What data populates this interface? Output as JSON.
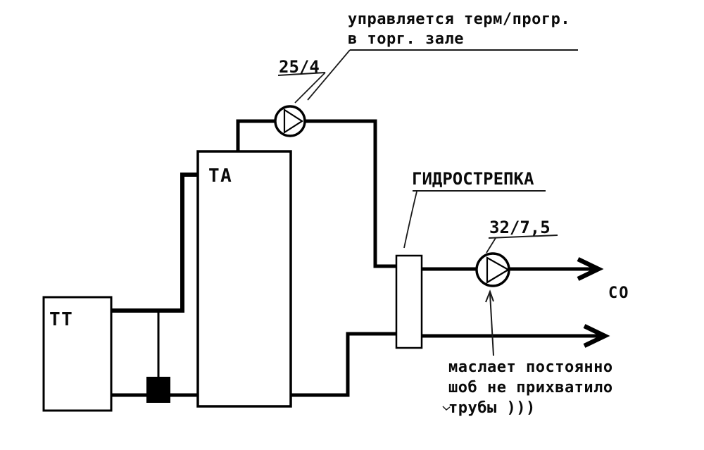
{
  "diagram": {
    "background": "#ffffff",
    "ink_color": "#000000",
    "boiler": {
      "label": "ТТ"
    },
    "accumulator": {
      "label": "ТА"
    },
    "separator": {
      "label": "ГИДРОСТРЕПКА"
    },
    "pump_charge": {
      "label": "25/4"
    },
    "pump_system": {
      "label": "32/7,5"
    },
    "system": {
      "label": "СО"
    },
    "note_top": {
      "line1": "управляется терм/прогр.",
      "line2": "в торг. зале"
    },
    "note_bottom": {
      "line1": "маслает постоянно",
      "line2": "шоб не прихватило",
      "line3": "трубы )))"
    }
  }
}
